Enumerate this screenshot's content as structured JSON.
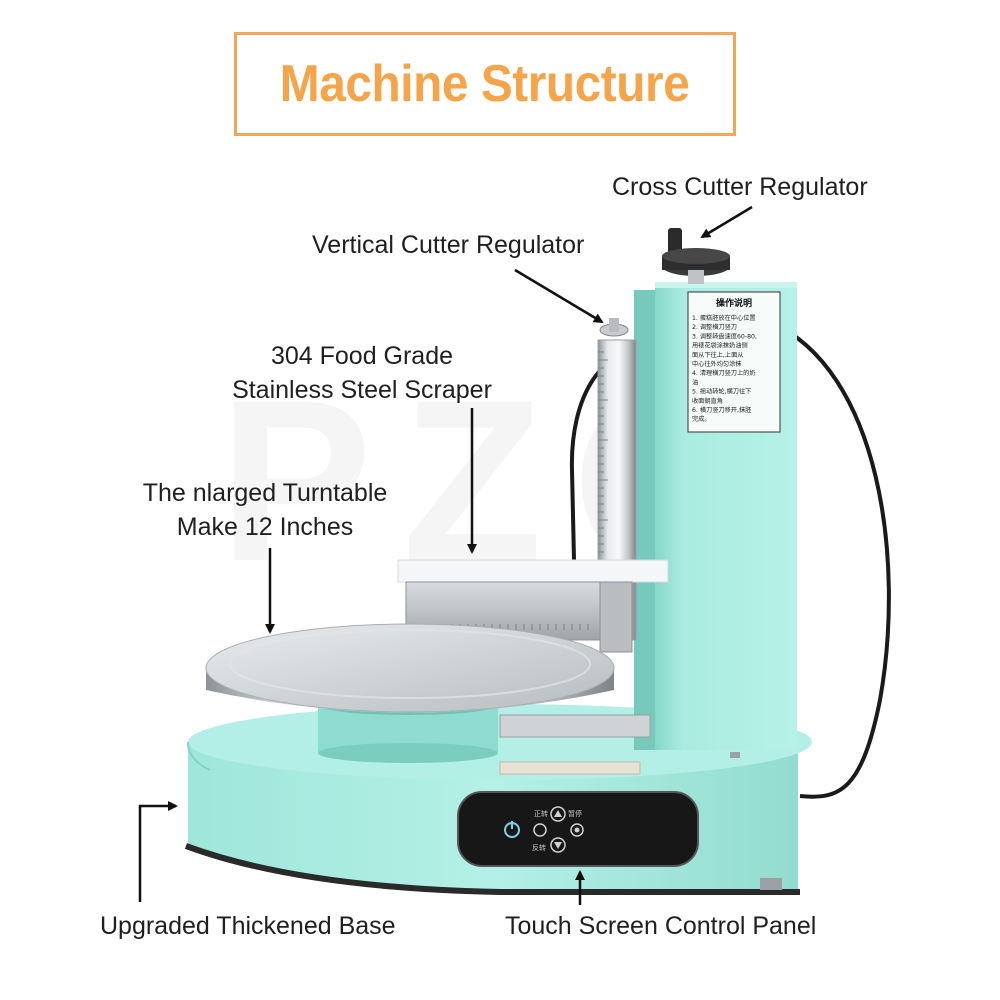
{
  "title": "Machine Structure",
  "labels": {
    "cross_cutter": "Cross Cutter Regulator",
    "vertical_cutter": "Vertical Cutter Regulator",
    "scraper_line1": "304 Food Grade",
    "scraper_line2": "Stainless Steel Scraper",
    "turntable_line1": "The nlarged Turntable",
    "turntable_line2": "Make 12 Inches",
    "base": "Upgraded Thickened Base",
    "panel": "Touch Screen Control Panel"
  },
  "machine": {
    "instruction_title": "操作说明",
    "instruction_lines": [
      "1. 蛋糕胚放在中心位置",
      "2. 调整横刀竖刀",
      "3. 调整转盘速度60-80,",
      "   用裱花袋涂抹奶油侧",
      "   面从下往上,上面从",
      "   中心往外均匀涂抹",
      "4. 清理横刀竖刀上的奶",
      "   油",
      "5. 摇动转轮,横刀往下",
      "   收面朝直角",
      "6. 横刀竖刀移开,抹胚",
      "   完成。"
    ],
    "panel_forward": "正转",
    "panel_reverse": "反转",
    "panel_stop": "暂停",
    "watermark": "PZG"
  },
  "colors": {
    "accent": "#f5a44a",
    "machine_body": "#a9ebe0",
    "panel": "#1b1b1b"
  }
}
